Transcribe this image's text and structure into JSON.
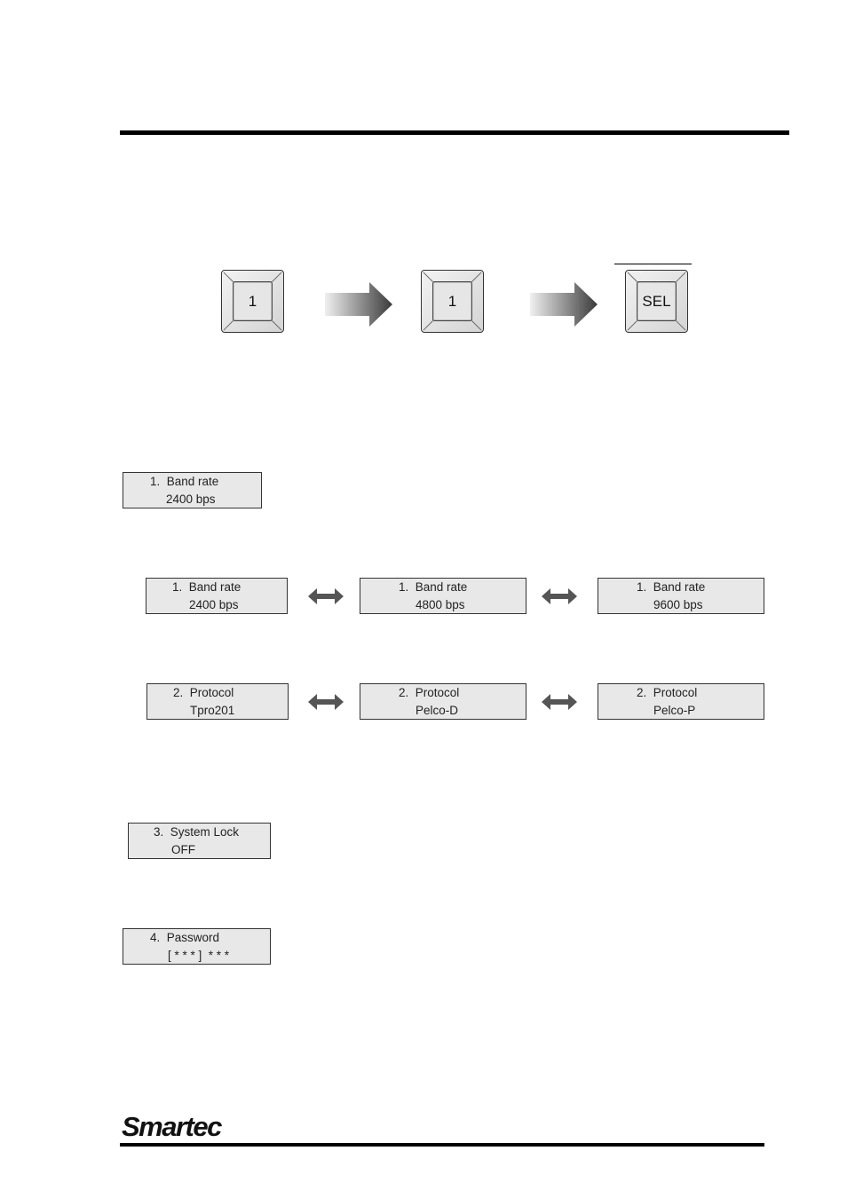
{
  "keys": {
    "key1_label": "1",
    "key2_label": "1",
    "sel_label": "SEL"
  },
  "lcd_panels": {
    "baud_single": {
      "line1": "1.  Band rate",
      "line2": "2400 bps"
    },
    "baud_2400": {
      "line1": "1.  Band rate",
      "line2": "2400 bps"
    },
    "baud_4800": {
      "line1": "1.  Band rate",
      "line2": "4800 bps"
    },
    "baud_9600": {
      "line1": "1.  Band rate",
      "line2": "9600 bps"
    },
    "protocol_tpro": {
      "line1": "2.  Protocol",
      "line2": "Tpro201"
    },
    "protocol_pelcod": {
      "line1": "2.  Protocol",
      "line2": "Pelco-D"
    },
    "protocol_pelcop": {
      "line1": "2.  Protocol",
      "line2": "Pelco-P"
    },
    "system_lock": {
      "line1": "3.  System Lock",
      "line2": "OFF"
    },
    "password": {
      "line1": "4.  Password",
      "line2": "[ * * * ]  * * *"
    }
  },
  "footer": {
    "logo_text": "Smartec"
  },
  "colors": {
    "rule": "#000000",
    "lcd_background": "#e8e8e8",
    "arrow_dark": "#3a3a3a",
    "arrow_light": "#f0f0f0"
  },
  "icons": {
    "flow_arrow": "right-arrow-icon",
    "toggle_arrow": "double-arrow-icon"
  }
}
